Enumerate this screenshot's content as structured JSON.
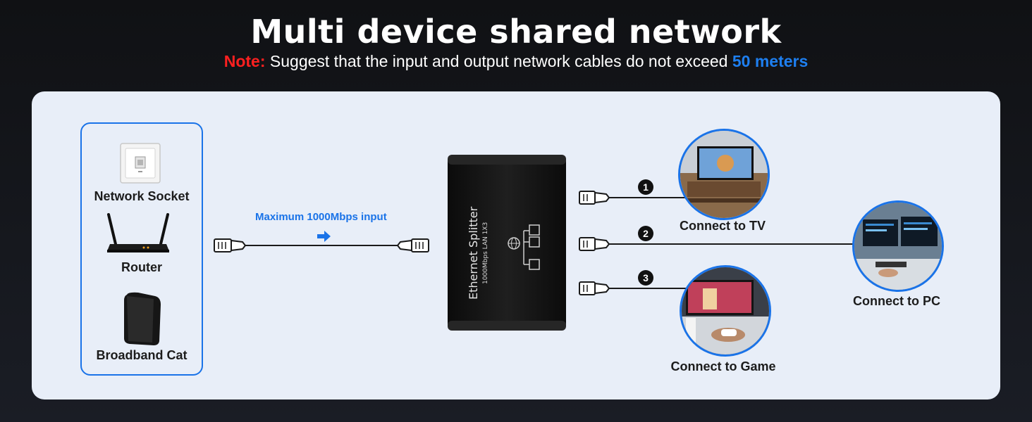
{
  "header": {
    "title": "Multi device shared network",
    "note_prefix": "Note:",
    "note_text": " Suggest that the input and output network cables do not exceed ",
    "note_highlight": "50 meters"
  },
  "sources": {
    "items": [
      {
        "label": "Network Socket",
        "icon": "network-socket-icon"
      },
      {
        "label": "Router",
        "icon": "router-icon"
      },
      {
        "label": "Broadband Cat",
        "icon": "broadband-modem-icon"
      }
    ]
  },
  "input_cable": {
    "label": "Maximum 1000Mbps input",
    "arrow": "right-arrow-icon"
  },
  "splitter": {
    "name": "Ethernet Splitter",
    "spec": "1000Mbps LAN 1X3"
  },
  "outputs": [
    {
      "number": "1",
      "label": "Connect to TV"
    },
    {
      "number": "2",
      "label": "Connect to PC"
    },
    {
      "number": "3",
      "label": "Connect to Game"
    }
  ],
  "colors": {
    "accent": "#1a73e8",
    "note_red": "#ff2020",
    "panel": "#e8eef8"
  }
}
